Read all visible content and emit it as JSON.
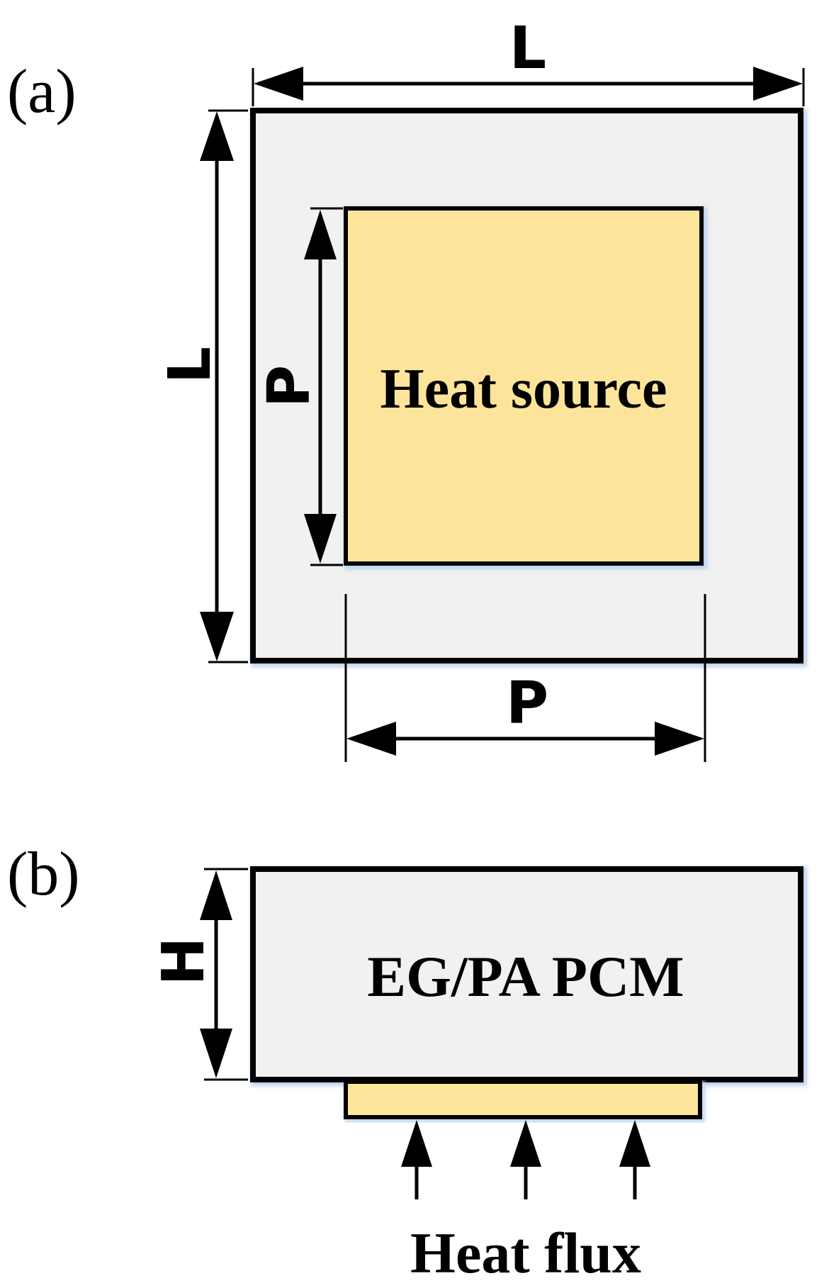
{
  "panel_a": {
    "label": "(a)",
    "outer_width_label": "L",
    "outer_height_label": "L",
    "source_height_label": "P",
    "source_width_label": "P",
    "source_text": "Heat source"
  },
  "panel_b": {
    "label": "(b)",
    "height_label": "H",
    "material_text": "EG/PA PCM",
    "flux_text": "Heat flux"
  },
  "colors": {
    "stroke": "#000000",
    "plate_fill": "#f1f1f1",
    "source_fill": "#fce59a",
    "glow": "#bcd3ec"
  },
  "icons": [
    "arrow-up-icon"
  ]
}
